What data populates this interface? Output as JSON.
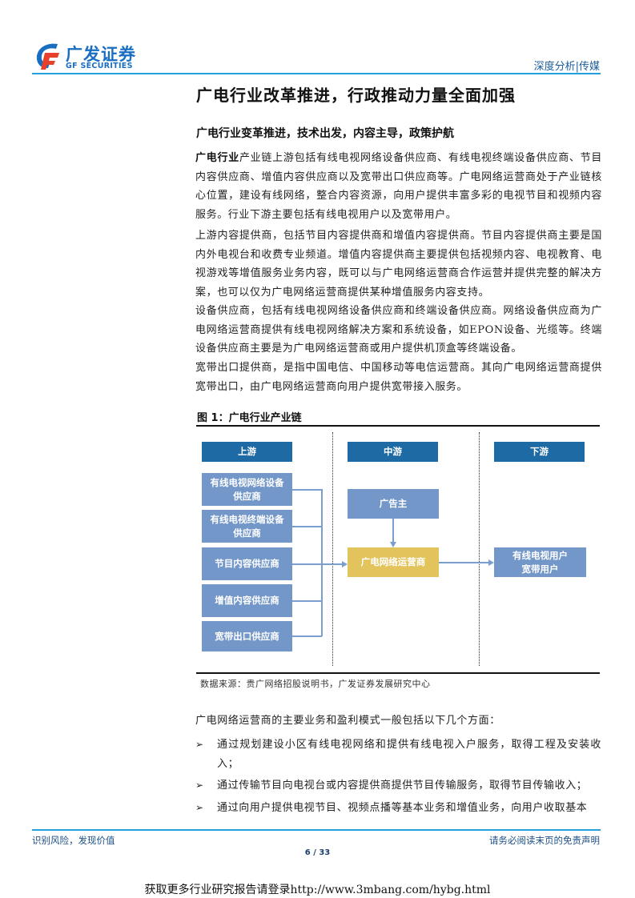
{
  "header": {
    "logo_cn": "广发证券",
    "logo_en": "GF SECURITIES",
    "section": "深度分析|传媒",
    "accent_color": "#22a0dc"
  },
  "title": "广电行业改革推进，行政推动力量全面加强",
  "subtitle": "广电行业变革推进，技术出发，内容主导，政策护航",
  "paragraphs": [
    {
      "bold": "广电行业",
      "text": "产业链上游包括有线电视网络设备供应商、有线电视终端设备供应商、节目内容供应商、增值内容供应商以及宽带出口供应商等。广电网络运营商处于产业链核心位置，建设有线网络，整合内容资源，向用户提供丰富多彩的电视节目和视频内容服务。行业下游主要包括有线电视用户以及宽带用户。"
    },
    {
      "bold": "",
      "text": "上游内容提供商，包括节目内容提供商和增值内容提供商。节目内容提供商主要是国内外电视台和收费专业频道。增值内容提供商主要提供包括视频内容、电视教育、电视游戏等增值服务业务内容，既可以与广电网络运营商合作运营并提供完整的解决方案，也可以仅为广电网络运营商提供某种增值服务内容支持。"
    },
    {
      "bold": "",
      "text": "设备供应商，包括有线电视网络设备供应商和终端设备供应商。网络设备供应商为广电网络运营商提供有线电视网络解决方案和系统设备，如EPON设备、光缆等。终端设备供应商主要是为广电网络运营商或用户提供机顶盒等终端设备。"
    },
    {
      "bold": "",
      "text": "宽带出口提供商，是指中国电信、中国移动等电信运营商。其向广电网络运营商提供宽带出口，由广电网络运营商向用户提供宽带接入服务。"
    }
  ],
  "figure": {
    "label": "图 1：广电行业产业链",
    "columns": {
      "upstream": "上游",
      "midstream": "中游",
      "downstream": "下游"
    },
    "upstream_boxes": [
      "有线电视网络设备供应商",
      "有线电视终端设备供应商",
      "节目内容供应商",
      "增值内容供应商",
      "宽带出口供应商"
    ],
    "advertiser": "广告主",
    "operator": "广电网络运营商",
    "users": "有线电视用户\n宽带用户",
    "users_line1": "有线电视用户",
    "users_line2": "宽带用户",
    "source": "数据来源：贵广网络招股说明书，广发证券发展研究中心",
    "colors": {
      "header_box": "#1e6aa5",
      "light_box": "#7397c8",
      "operator_box": "#e3c35c"
    }
  },
  "business_intro": "广电网络运营商的主要业务和盈利模式一般包括以下几个方面：",
  "bullets": [
    "通过规划建设小区有线电视网络和提供有线电视入户服务，取得工程及安装收入；",
    "通过传输节目向电视台或内容提供商提供节目传输服务，取得节目传输收入；",
    "通过向用户提供电视节目、视频点播等基本业务和增值业务，向用户收取基本"
  ],
  "bullet_mark": "➢",
  "footer": {
    "left": "识别风险，发现价值",
    "right": "请务必阅读末页的免责声明",
    "page": "6 / 33"
  },
  "watermark": "获取更多行业研究报告请登录http://www.3mbang.com/hybg.html"
}
